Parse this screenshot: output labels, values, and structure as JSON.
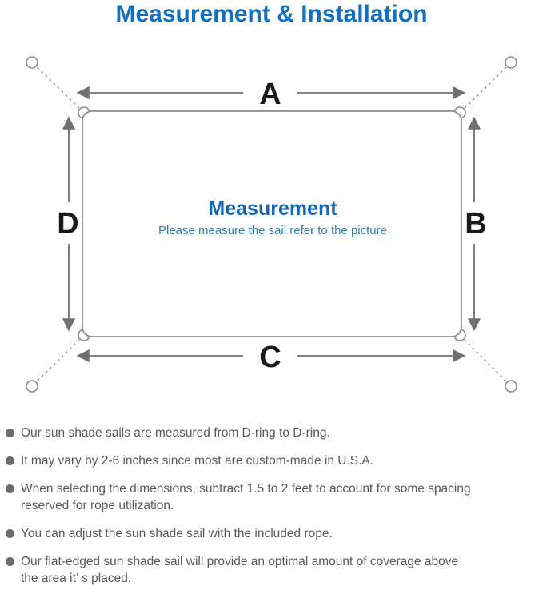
{
  "title": "Measurement & Installation",
  "diagram": {
    "label_top": "A",
    "label_right": "B",
    "label_bottom": "C",
    "label_left": "D",
    "center_heading": "Measurement",
    "center_subtitle": "Please measure the sail refer to the picture"
  },
  "colors": {
    "title_blue": "#1470bd",
    "center_heading_blue": "#1565b0",
    "center_subtitle_blue": "#2e7cb5",
    "line_gray": "#8c8c8c",
    "arrow_gray": "#707070",
    "label_black": "#1a1a1a",
    "body_text_gray": "#595959"
  },
  "bullets": [
    {
      "lines": [
        "Our sun shade sails are measured from D-ring to D-ring."
      ]
    },
    {
      "lines": [
        "It may vary by 2-6 inches since most are custom-made in U.S.A."
      ]
    },
    {
      "lines": [
        "When selecting the dimensions, subtract 1.5 to 2 feet to account for some spacing",
        "reserved for rope utilization."
      ]
    },
    {
      "lines": [
        "You can adjust the sun shade sail with the included rope."
      ]
    },
    {
      "lines": [
        "Our flat-edged sun shade sail will provide an optimal amount of coverage above",
        "the area it’ s placed."
      ]
    }
  ]
}
